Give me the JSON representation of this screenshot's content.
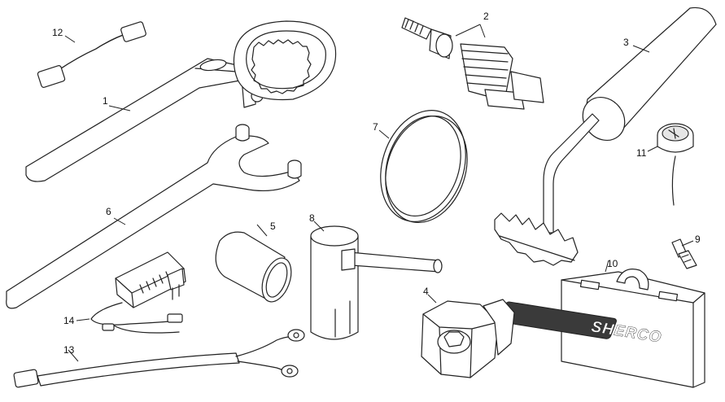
{
  "callouts": [
    {
      "id": "1",
      "label": "1"
    },
    {
      "id": "2",
      "label": "2"
    },
    {
      "id": "3",
      "label": "3"
    },
    {
      "id": "4",
      "label": "4"
    },
    {
      "id": "5",
      "label": "5"
    },
    {
      "id": "6",
      "label": "6"
    },
    {
      "id": "7",
      "label": "7"
    },
    {
      "id": "8",
      "label": "8"
    },
    {
      "id": "9",
      "label": "9"
    },
    {
      "id": "10",
      "label": "10"
    },
    {
      "id": "11",
      "label": "11"
    },
    {
      "id": "12",
      "label": "12"
    },
    {
      "id": "13",
      "label": "13"
    },
    {
      "id": "14",
      "label": "14"
    }
  ],
  "case_brand": "SHERCO"
}
